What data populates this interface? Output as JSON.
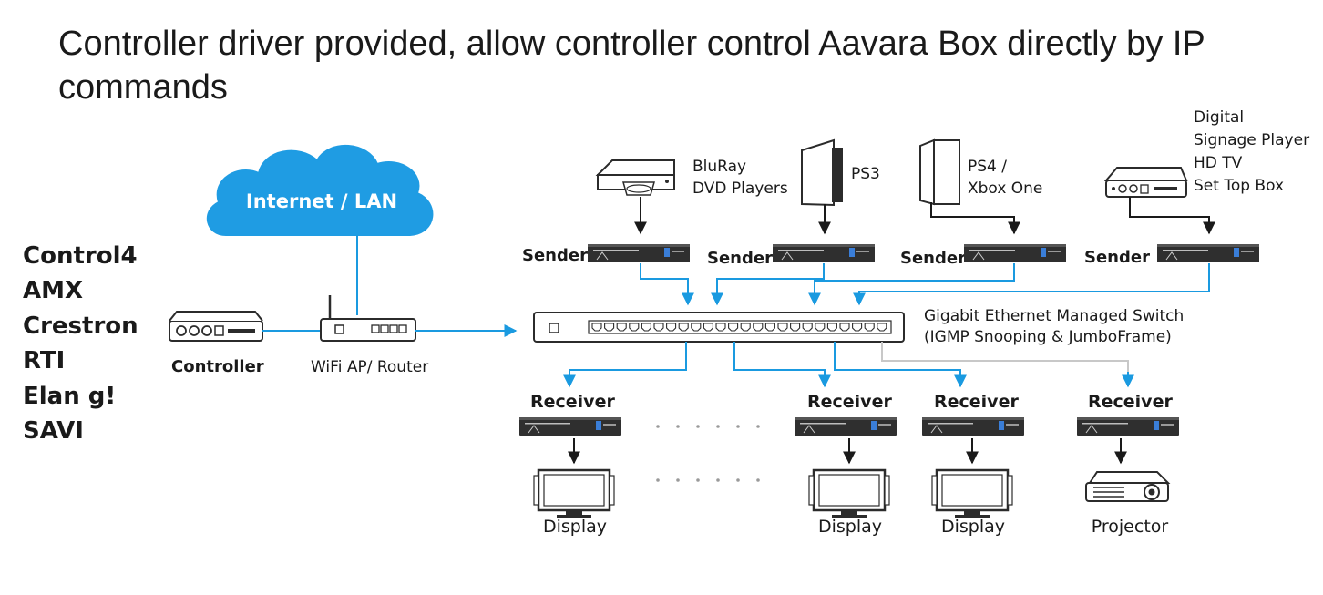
{
  "title": "Controller driver provided, allow controller control Aavara Box directly by IP commands",
  "brands": [
    "Control4",
    "AMX",
    "Crestron",
    "RTI",
    "Elan g!",
    "SAVI"
  ],
  "network": {
    "cloud_label": "Internet / LAN",
    "controller_label": "Controller",
    "router_label": "WiFi AP/ Router",
    "switch_line1": "Gigabit Ethernet Managed Switch",
    "switch_line2": "(IGMP Snooping & JumboFrame)"
  },
  "sources": [
    {
      "lines": [
        "BluRay",
        "DVD Players"
      ],
      "icon": "bluray-player-icon"
    },
    {
      "lines": [
        "PS3"
      ],
      "icon": "ps3-console-icon"
    },
    {
      "lines": [
        "PS4 /",
        "Xbox One"
      ],
      "icon": "ps4-console-icon"
    },
    {
      "lines": [
        "Digital",
        "Signage Player",
        "HD TV",
        "Set Top Box"
      ],
      "icon": "set-top-box-icon"
    }
  ],
  "sender_label": "Sender",
  "receiver_label": "Receiver",
  "outputs": [
    {
      "label": "Display",
      "icon": "display-icon"
    },
    {
      "label": "Display",
      "icon": "display-icon"
    },
    {
      "label": "Display",
      "icon": "display-icon"
    },
    {
      "label": "Projector",
      "icon": "projector-icon"
    }
  ],
  "colors": {
    "link": "#1a9ae0",
    "device": "#2b2b2b",
    "cloud": "#1f9ce3",
    "optional_link": "#c8c8c8"
  }
}
